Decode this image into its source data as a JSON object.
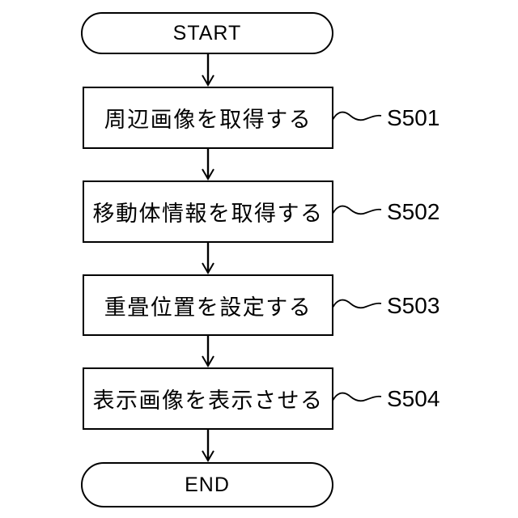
{
  "figure": {
    "type": "flowchart",
    "background_color": "#ffffff",
    "stroke_color": "#000000",
    "start_label": "START",
    "end_label": "END",
    "steps": [
      {
        "label": "S501",
        "text": "周辺画像を取得する"
      },
      {
        "label": "S502",
        "text": "移動体情報を取得する"
      },
      {
        "label": "S503",
        "text": "重畳位置を設定する"
      },
      {
        "label": "S504",
        "text": "表示画像を表示させる"
      }
    ]
  }
}
